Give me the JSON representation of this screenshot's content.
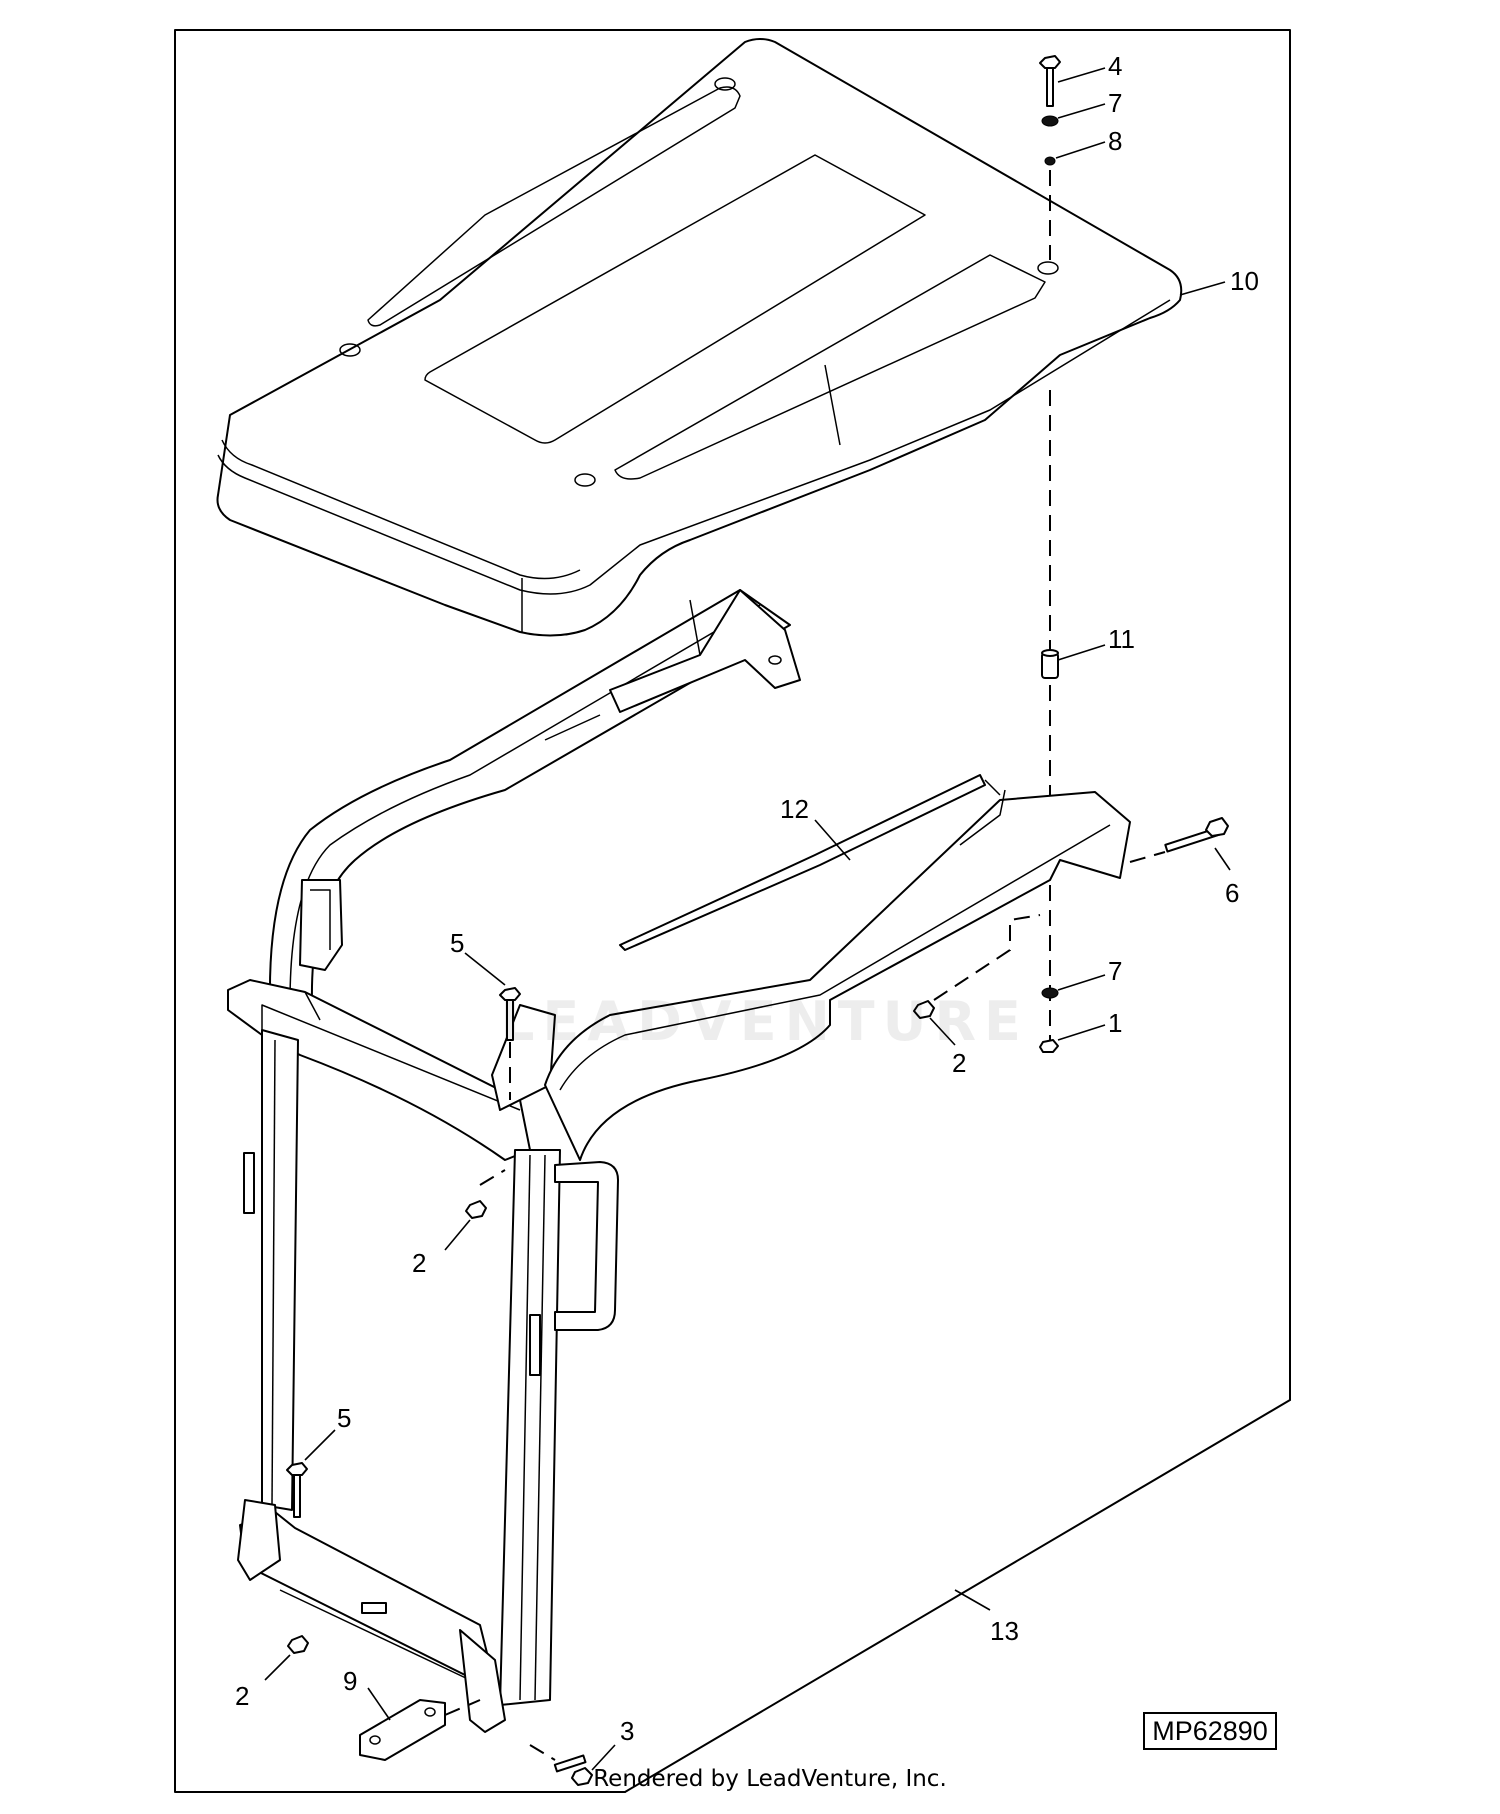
{
  "diagram": {
    "id_label": "MP62890",
    "credit": "Rendered by LeadVenture, Inc.",
    "watermark": "LEADVENTURE",
    "callouts": [
      {
        "key": "c4",
        "text": "4"
      },
      {
        "key": "c7a",
        "text": "7"
      },
      {
        "key": "c8",
        "text": "8"
      },
      {
        "key": "c10",
        "text": "10"
      },
      {
        "key": "c11",
        "text": "11"
      },
      {
        "key": "c12",
        "text": "12"
      },
      {
        "key": "c6",
        "text": "6"
      },
      {
        "key": "c7b",
        "text": "7"
      },
      {
        "key": "c1",
        "text": "1"
      },
      {
        "key": "c2a",
        "text": "2"
      },
      {
        "key": "c5a",
        "text": "5"
      },
      {
        "key": "c2b",
        "text": "2"
      },
      {
        "key": "c5b",
        "text": "5"
      },
      {
        "key": "c13",
        "text": "13"
      },
      {
        "key": "c2c",
        "text": "2"
      },
      {
        "key": "c9",
        "text": "9"
      },
      {
        "key": "c3",
        "text": "3"
      }
    ]
  }
}
